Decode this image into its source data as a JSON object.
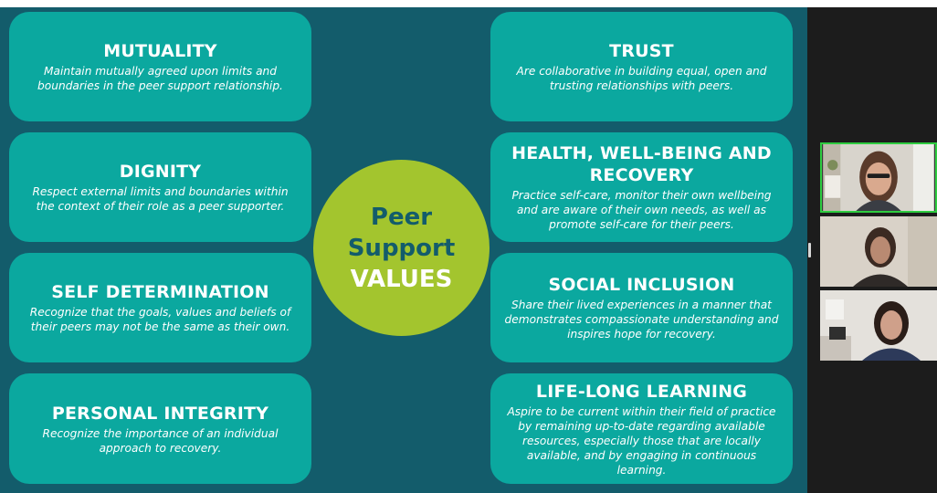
{
  "slide": {
    "center": {
      "line1": "Peer",
      "line2": "Support",
      "line3": "VALUES"
    },
    "cards": [
      {
        "title": "MUTUALITY",
        "body": "Maintain mutually agreed upon limits and boundaries in the peer support relationship."
      },
      {
        "title": "TRUST",
        "body": "Are collaborative in building equal, open and trusting relationships with peers."
      },
      {
        "title": "DIGNITY",
        "body": "Respect external limits and boundaries within the context of their role as a peer supporter."
      },
      {
        "title": "HEALTH, WELL-BEING AND RECOVERY",
        "body": "Practice self-care, monitor their own wellbeing and are aware of their own needs, as well as promote self-care for their peers."
      },
      {
        "title": "SELF DETERMINATION",
        "body": "Recognize that the goals, values and beliefs of their peers may not be the same as their own."
      },
      {
        "title": "SOCIAL INCLUSION",
        "body": "Share their lived experiences in a manner that demonstrates compassionate understanding and inspires hope for recovery."
      },
      {
        "title": "PERSONAL INTEGRITY",
        "body": "Recognize the importance of an individual approach to recovery."
      },
      {
        "title": "LIFE-LONG LEARNING",
        "body": "Aspire to be current within their field of practice by remaining up-to-date regarding available resources, especially those that are locally available, and by engaging in continuous learning."
      }
    ],
    "colors": {
      "background": "#135c6b",
      "card": "#0ba89f",
      "circle": "#a3c52e"
    }
  },
  "participants": [
    {
      "icon": "participant-video-icon",
      "active_speaker": true
    },
    {
      "icon": "participant-video-icon",
      "active_speaker": false
    },
    {
      "icon": "participant-video-icon",
      "active_speaker": false
    }
  ]
}
